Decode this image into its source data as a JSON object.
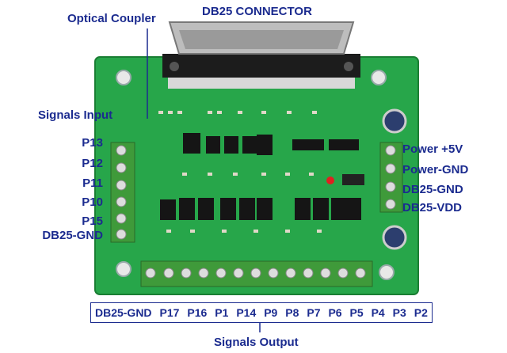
{
  "labels": {
    "optical_coupler": "Optical Coupler",
    "db25_connector": "DB25 CONNECTOR",
    "signals_input": "Signals Input",
    "signals_output": "Signals Output"
  },
  "inputs": [
    "P13",
    "P12",
    "P11",
    "P10",
    "P15",
    "DB25-GND"
  ],
  "power": [
    "Power +5V",
    "Power-GND",
    "DB25-GND",
    "DB25-VDD"
  ],
  "outputs": [
    "DB25-GND",
    "P17",
    "P16",
    "P1",
    "P14",
    "P9",
    "P8",
    "P7",
    "P6",
    "P5",
    "P4",
    "P3",
    "P2"
  ],
  "colors": {
    "label": "#1b2b8f",
    "pcb": "#27a64a",
    "terminal": "#3f9a3a",
    "connector": "#b8b8b8",
    "chip": "#1a1a1a"
  }
}
